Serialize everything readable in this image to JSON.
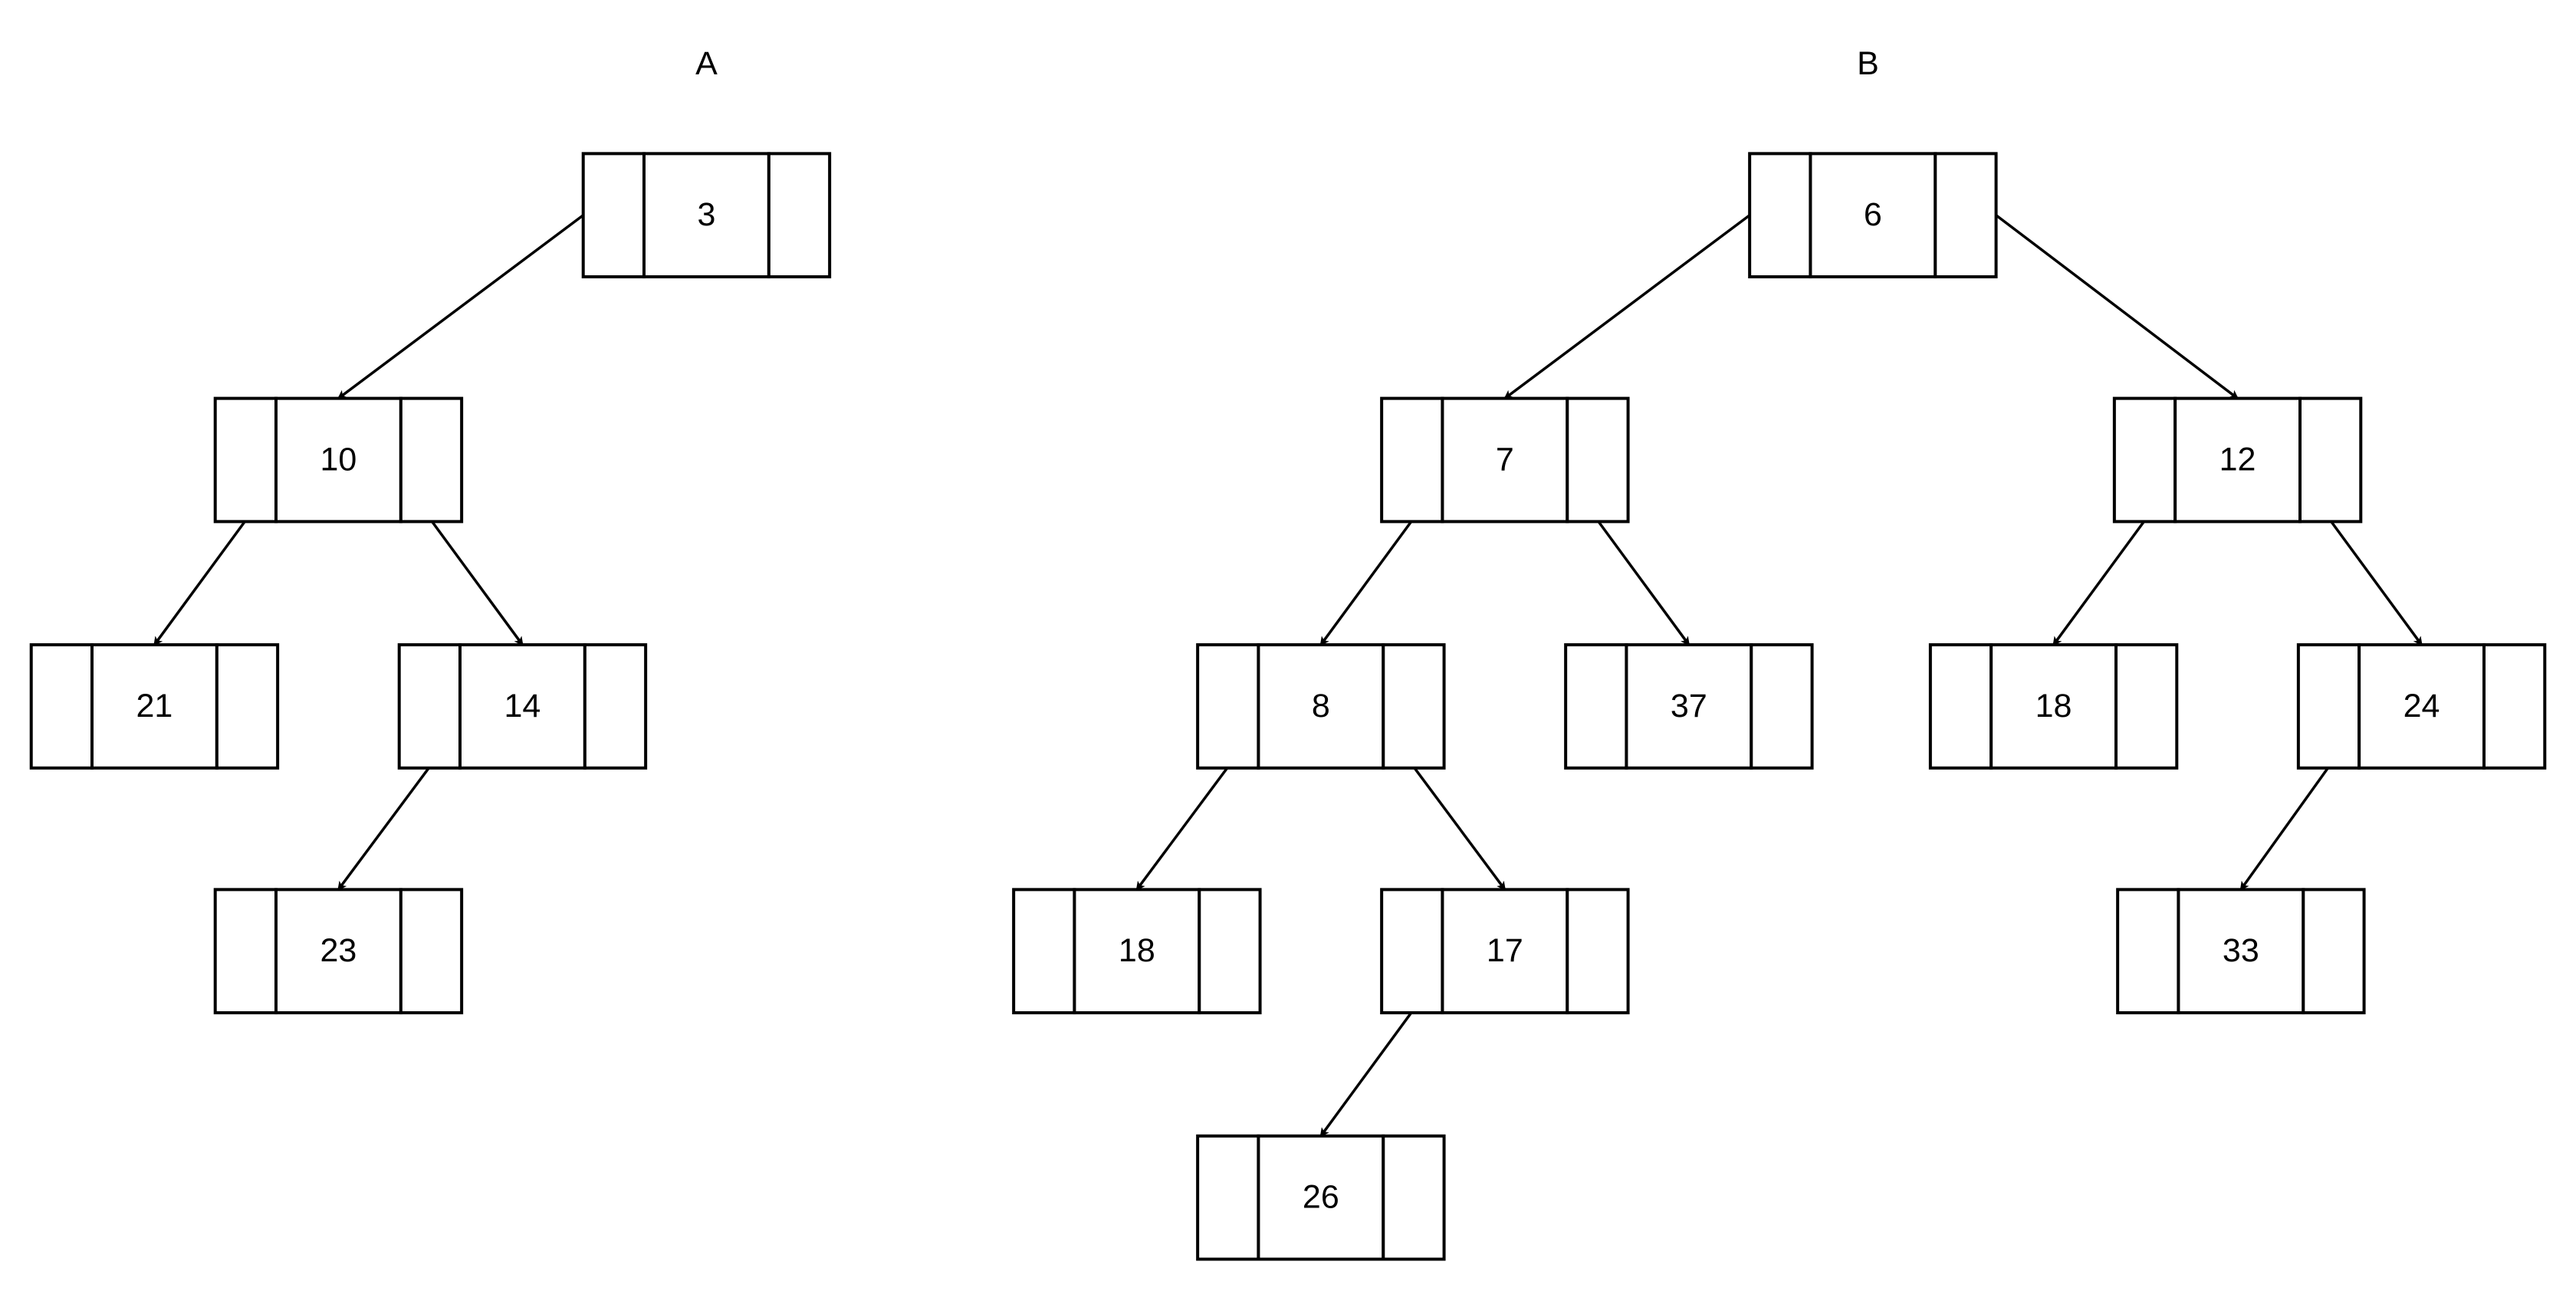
{
  "trees": [
    {
      "title": "A",
      "nodes": [
        {
          "id": "a3",
          "value": "3"
        },
        {
          "id": "a10",
          "value": "10"
        },
        {
          "id": "a21",
          "value": "21"
        },
        {
          "id": "a14",
          "value": "14"
        },
        {
          "id": "a23",
          "value": "23"
        }
      ],
      "edges": [
        [
          "a3",
          "a10"
        ],
        [
          "a10",
          "a21"
        ],
        [
          "a10",
          "a14"
        ],
        [
          "a14",
          "a23"
        ]
      ]
    },
    {
      "title": "B",
      "nodes": [
        {
          "id": "b6",
          "value": "6"
        },
        {
          "id": "b7",
          "value": "7"
        },
        {
          "id": "b12",
          "value": "12"
        },
        {
          "id": "b8",
          "value": "8"
        },
        {
          "id": "b37",
          "value": "37"
        },
        {
          "id": "b18a",
          "value": "18"
        },
        {
          "id": "b24",
          "value": "24"
        },
        {
          "id": "b18b",
          "value": "18"
        },
        {
          "id": "b17",
          "value": "17"
        },
        {
          "id": "b33",
          "value": "33"
        },
        {
          "id": "b26",
          "value": "26"
        }
      ],
      "edges": [
        [
          "b6",
          "b7"
        ],
        [
          "b6",
          "b12"
        ],
        [
          "b7",
          "b8"
        ],
        [
          "b7",
          "b37"
        ],
        [
          "b12",
          "b18a"
        ],
        [
          "b12",
          "b24"
        ],
        [
          "b8",
          "b18b"
        ],
        [
          "b8",
          "b17"
        ],
        [
          "b24",
          "b33"
        ],
        [
          "b17",
          "b26"
        ]
      ]
    }
  ]
}
